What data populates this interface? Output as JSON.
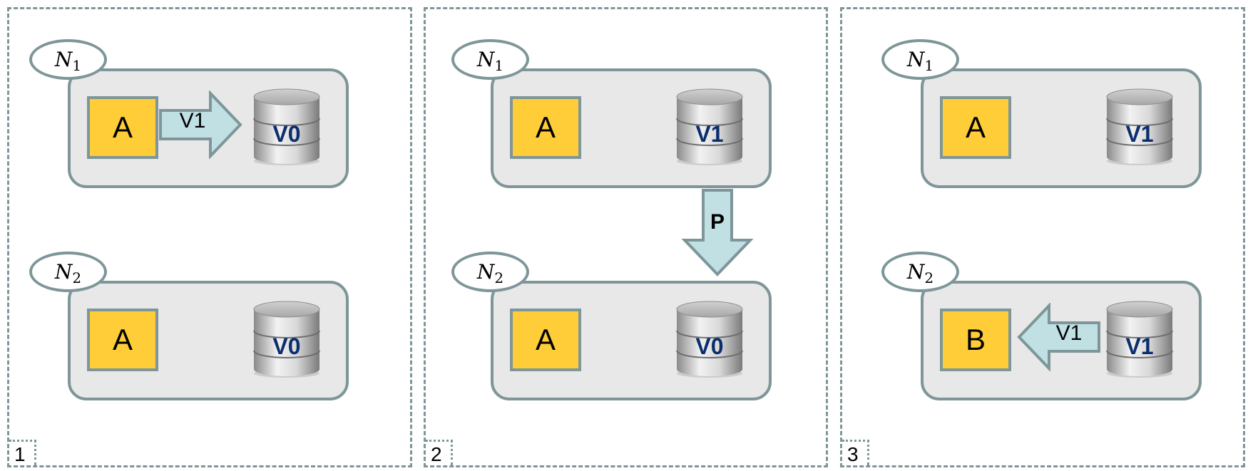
{
  "colors": {
    "border": "#7e9699",
    "node_fill": "#e8e8e8",
    "app_fill": "#fecd37",
    "arrow_fill": "#c0e0e4",
    "db_text": "#0b2e6e"
  },
  "panels": [
    {
      "number": "1",
      "nodes": [
        {
          "label_base": "N",
          "label_sub": "1",
          "app": "A",
          "db": "V0"
        },
        {
          "label_base": "N",
          "label_sub": "2",
          "app": "A",
          "db": "V0"
        }
      ],
      "arrow_label": "V1"
    },
    {
      "number": "2",
      "nodes": [
        {
          "label_base": "N",
          "label_sub": "1",
          "app": "A",
          "db": "V1"
        },
        {
          "label_base": "N",
          "label_sub": "2",
          "app": "A",
          "db": "V0"
        }
      ],
      "arrow_label": "P"
    },
    {
      "number": "3",
      "nodes": [
        {
          "label_base": "N",
          "label_sub": "1",
          "app": "A",
          "db": "V1"
        },
        {
          "label_base": "N",
          "label_sub": "2",
          "app": "B",
          "db": "V1"
        }
      ],
      "arrow_label": "V1"
    }
  ]
}
